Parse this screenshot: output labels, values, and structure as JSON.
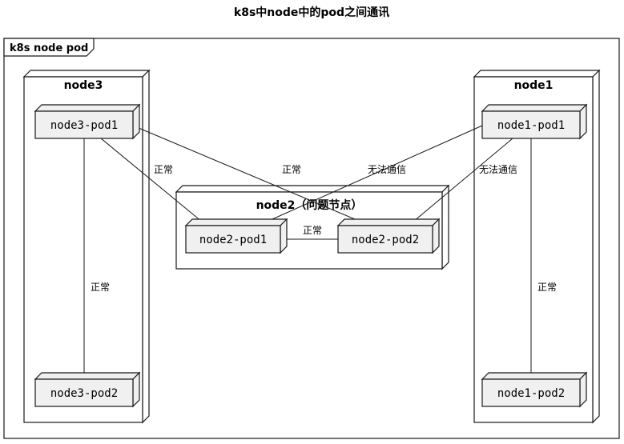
{
  "diagram": {
    "title": "k8s中node中的pod之间通讯",
    "frame_label": "k8s node pod"
  },
  "nodes": {
    "node3": {
      "label": "node3",
      "pods": {
        "pod1": "node3-pod1",
        "pod2": "node3-pod2"
      }
    },
    "node2": {
      "label": "node2（问题节点）",
      "pods": {
        "pod1": "node2-pod1",
        "pod2": "node2-pod2"
      }
    },
    "node1": {
      "label": "node1",
      "pods": {
        "pod1": "node1-pod1",
        "pod2": "node1-pod2"
      }
    }
  },
  "edges": {
    "node3_pod1__node3_pod2": {
      "from": "node3-pod1",
      "to": "node3-pod2",
      "label": "正常"
    },
    "node1_pod1__node1_pod2": {
      "from": "node1-pod1",
      "to": "node1-pod2",
      "label": "正常"
    },
    "node2_pod1__node2_pod2": {
      "from": "node2-pod1",
      "to": "node2-pod2",
      "label": "正常"
    },
    "node3_pod1__node2_pod1": {
      "from": "node3-pod1",
      "to": "node2-pod1",
      "label": "正常"
    },
    "node3_pod1__node2_pod2": {
      "from": "node3-pod1",
      "to": "node2-pod2",
      "label": "正常"
    },
    "node1_pod1__node2_pod1": {
      "from": "node1-pod1",
      "to": "node2-pod1",
      "label": "无法通信"
    },
    "node1_pod1__node2_pod2": {
      "from": "node1-pod1",
      "to": "node2-pod2",
      "label": "无法通信"
    }
  },
  "colors": {
    "background": "#FFFFFF",
    "node_fill": "#FFFFFF",
    "pod_fill": "#F0F0F0",
    "stroke": "#181818",
    "text": "#000000"
  }
}
